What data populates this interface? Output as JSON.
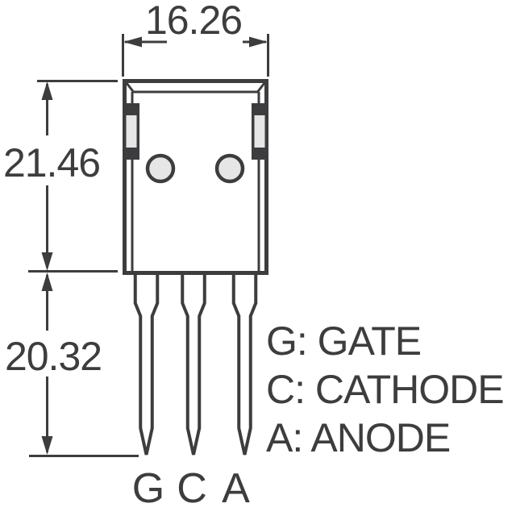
{
  "dimensions": {
    "width_mm": "16.26",
    "body_height_mm": "21.46",
    "lead_length_mm": "20.32"
  },
  "pins": {
    "labels": [
      "G",
      "C",
      "A"
    ]
  },
  "legend": {
    "entries": [
      "G: GATE",
      "C: CATHODE",
      "A: ANODE"
    ]
  },
  "colors": {
    "line": "#3d3d3f",
    "fill_light": "#e6e6e6",
    "background": "#ffffff"
  }
}
